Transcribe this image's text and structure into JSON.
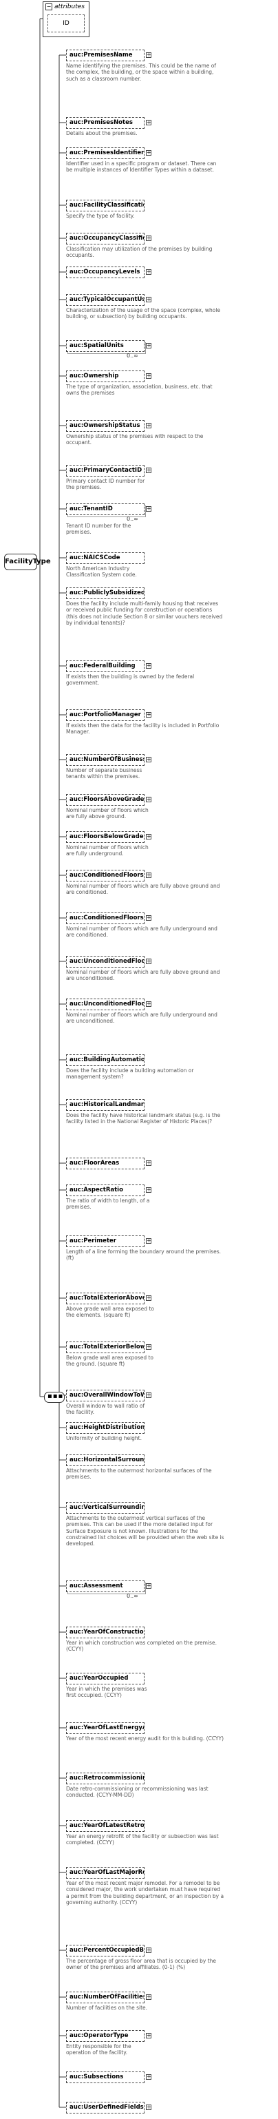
{
  "root": {
    "name": "FacilityType"
  },
  "attributes": {
    "label": "attributes",
    "items": [
      "ID"
    ]
  },
  "elements": [
    {
      "name": "auc:PremisesName",
      "desc": "Name identifying the premises. This could be the name of the complex, the building, or the space within a building, such as a classroom number.",
      "optional": true,
      "expand": true,
      "mult": "",
      "stack": false
    },
    {
      "name": "auc:PremisesNotes",
      "desc": "Details about the premises.",
      "optional": true,
      "expand": true,
      "mult": "",
      "stack": false
    },
    {
      "name": "auc:PremisesIdentifiers",
      "desc": "Identifier used in a specific program or dataset. There can be multiple instances of Identifier Types within a dataset.",
      "optional": true,
      "expand": true,
      "mult": "",
      "stack": false
    },
    {
      "name": "auc:FacilityClassification",
      "desc": "Specify the type of facility.",
      "optional": true,
      "expand": false,
      "mult": "",
      "stack": false
    },
    {
      "name": "auc:OccupancyClassification",
      "desc": "Classification may utilization of the premises by building occupants.",
      "optional": true,
      "expand": true,
      "mult": "",
      "stack": false
    },
    {
      "name": "auc:OccupancyLevels",
      "desc": "",
      "optional": true,
      "expand": true,
      "mult": "",
      "stack": false
    },
    {
      "name": "auc:TypicalOccupantUsages",
      "desc": "Characterization of the usage of the space (complex, whole building, or subsection) by building occupants.",
      "optional": true,
      "expand": true,
      "mult": "",
      "stack": false
    },
    {
      "name": "auc:SpatialUnits",
      "desc": "",
      "optional": true,
      "expand": true,
      "mult": "0..∞",
      "stack": true
    },
    {
      "name": "auc:Ownership",
      "desc": "The type of organization, association, business, etc. that owns the premises",
      "optional": true,
      "expand": true,
      "mult": "",
      "stack": false
    },
    {
      "name": "auc:OwnershipStatus",
      "desc": "Ownership status of the premises with respect to the occupant.",
      "optional": true,
      "expand": true,
      "mult": "",
      "stack": false
    },
    {
      "name": "auc:PrimaryContactID",
      "desc": "Primary contact ID number for the premises.",
      "optional": true,
      "expand": true,
      "mult": "",
      "stack": false
    },
    {
      "name": "auc:TenantID",
      "desc": "Tenant ID number for the premises.",
      "optional": true,
      "expand": true,
      "mult": "0..∞",
      "stack": true
    },
    {
      "name": "auc:NAICSCode",
      "desc": "North American Industry Classification System code.",
      "optional": true,
      "expand": false,
      "mult": "",
      "stack": false
    },
    {
      "name": "auc:PubliclySubsidized",
      "desc": "Does the facility include multi-family housing that receives or received public funding for construction or operations (this does not include Section 8 or similar vouchers received by individual tenants)?",
      "optional": true,
      "expand": false,
      "mult": "",
      "stack": false
    },
    {
      "name": "auc:FederalBuilding",
      "desc": "If exists then the building is owned by the federal government.",
      "optional": true,
      "expand": true,
      "mult": "",
      "stack": false
    },
    {
      "name": "auc:PortfolioManager",
      "desc": "If exists then the data for the facility is included in Portfolio Manager.",
      "optional": true,
      "expand": true,
      "mult": "",
      "stack": false
    },
    {
      "name": "auc:NumberOfBusinesses",
      "desc": "Number of separate business tenants within the premises.",
      "optional": true,
      "expand": true,
      "mult": "",
      "stack": false
    },
    {
      "name": "auc:FloorsAboveGrade",
      "desc": "Nominal number of floors which are fully above ground.",
      "optional": true,
      "expand": true,
      "mult": "",
      "stack": false
    },
    {
      "name": "auc:FloorsBelowGrade",
      "desc": "Nominal number of floors which are fully underground.",
      "optional": true,
      "expand": true,
      "mult": "",
      "stack": false
    },
    {
      "name": "auc:ConditionedFloorsAboveGr...",
      "desc": "Nominal number of floors which are fully above ground and are conditioned.",
      "optional": true,
      "expand": true,
      "mult": "",
      "stack": false
    },
    {
      "name": "auc:ConditionedFloorsBelowGr...",
      "desc": "Nominal number of floors which are fully underground and are conditioned.",
      "optional": true,
      "expand": true,
      "mult": "",
      "stack": false
    },
    {
      "name": "auc:UnconditionedFloorsAbove...",
      "desc": "Nominal number of floors which are fully above ground and are unconditioned.",
      "optional": true,
      "expand": true,
      "mult": "",
      "stack": false
    },
    {
      "name": "auc:UnconditionedFloorsBelow...",
      "desc": "Nominal number of floors which are fully underground and are unconditioned.",
      "optional": true,
      "expand": true,
      "mult": "",
      "stack": false
    },
    {
      "name": "auc:BuildingAutomationSystem",
      "desc": "Does the facility include a building automation or management system?",
      "optional": true,
      "expand": false,
      "mult": "",
      "stack": false
    },
    {
      "name": "auc:HistoricalLandmark",
      "desc": "Does the facility have historical landmark status (e.g. is the facility listed in the National Register of Historic Places)?",
      "optional": true,
      "expand": false,
      "mult": "",
      "stack": false
    },
    {
      "name": "auc:FloorAreas",
      "desc": "",
      "optional": true,
      "expand": true,
      "mult": "",
      "stack": false
    },
    {
      "name": "auc:AspectRatio",
      "desc": "The ratio of width to length, of a premises.",
      "optional": true,
      "expand": true,
      "mult": "",
      "stack": false
    },
    {
      "name": "auc:Perimeter",
      "desc": "Length of a line forming the boundary around the premises. (ft)",
      "optional": true,
      "expand": true,
      "mult": "",
      "stack": false
    },
    {
      "name": "auc:TotalExteriorAboveGradeW...",
      "desc": "Above grade wall area exposed to the elements. (square ft)",
      "optional": true,
      "expand": true,
      "mult": "",
      "stack": false
    },
    {
      "name": "auc:TotalExteriorBelowGradeW...",
      "desc": "Below grade wall area exposed to the ground. (square ft)",
      "optional": true,
      "expand": true,
      "mult": "",
      "stack": false
    },
    {
      "name": "auc:OverallWindowToWallRatio",
      "desc": "Overall window to wall ratio of the facility.",
      "optional": true,
      "expand": true,
      "mult": "",
      "stack": false
    },
    {
      "name": "auc:HeightDistribution",
      "desc": "Uniformity of building height.",
      "optional": true,
      "expand": false,
      "mult": "",
      "stack": false
    },
    {
      "name": "auc:HorizontalSurroundings",
      "desc": "Attachments to the outermost horizontal surfaces of the premises.",
      "optional": true,
      "expand": false,
      "mult": "",
      "stack": false
    },
    {
      "name": "auc:VerticalSurroundings",
      "desc": "Attachments to the outermost vertical surfaces of the premises. This can be used if the more detailed input for Surface Exposure is not known. Illustrations for the constrained list choices will be provided when the web site is developed.",
      "optional": true,
      "expand": false,
      "mult": "",
      "stack": false
    },
    {
      "name": "auc:Assessment",
      "desc": "",
      "optional": true,
      "expand": true,
      "mult": "0..∞",
      "stack": true
    },
    {
      "name": "auc:YearOfConstruction",
      "desc": "Year in which construction was completed on the premise. (CCYY)",
      "optional": true,
      "expand": false,
      "mult": "",
      "stack": false
    },
    {
      "name": "auc:YearOccupied",
      "desc": "Year in which the premises was first occupied. (CCYY)",
      "optional": true,
      "expand": false,
      "mult": "",
      "stack": false
    },
    {
      "name": "auc:YearOfLastEnergyAudit",
      "desc": "Year of the most recent energy audit for this building. (CCYY)",
      "optional": true,
      "expand": false,
      "mult": "",
      "stack": false
    },
    {
      "name": "auc:RetrocommissioningDate",
      "desc": "Date retro-commissioning or recommissioning was last conducted. (CCYY-MM-DD)",
      "optional": true,
      "expand": false,
      "mult": "",
      "stack": false
    },
    {
      "name": "auc:YearOfLatestRetrofit",
      "desc": "Year an energy retrofit of the facility or subsection was last completed. (CCYY)",
      "optional": true,
      "expand": false,
      "mult": "",
      "stack": false
    },
    {
      "name": "auc:YearOfLastMajorRemodel",
      "desc": "Year of the most recent major remodel. For a remodel to be considered major, the work undertaken must have required a permit from the building department, or an inspection by a governing authority. (CCYY)",
      "optional": true,
      "expand": false,
      "mult": "",
      "stack": false
    },
    {
      "name": "auc:PercentOccupiedByOwner",
      "desc": "The percentage of gross floor area that is occupied by the owner of the premises and affiliates. (0-1) (%)",
      "optional": true,
      "expand": true,
      "mult": "",
      "stack": false
    },
    {
      "name": "auc:NumberOfFacilitiesOnSite",
      "desc": "Number of facilities on the site.",
      "optional": true,
      "expand": true,
      "mult": "",
      "stack": false
    },
    {
      "name": "auc:OperatorType",
      "desc": "Entity responsible for the operation of the facility.",
      "optional": true,
      "expand": true,
      "mult": "",
      "stack": false
    },
    {
      "name": "auc:Subsections",
      "desc": "",
      "optional": true,
      "expand": true,
      "mult": "",
      "stack": false
    },
    {
      "name": "auc:UserDefinedFields",
      "desc": "",
      "optional": true,
      "expand": true,
      "mult": "",
      "stack": false
    }
  ]
}
